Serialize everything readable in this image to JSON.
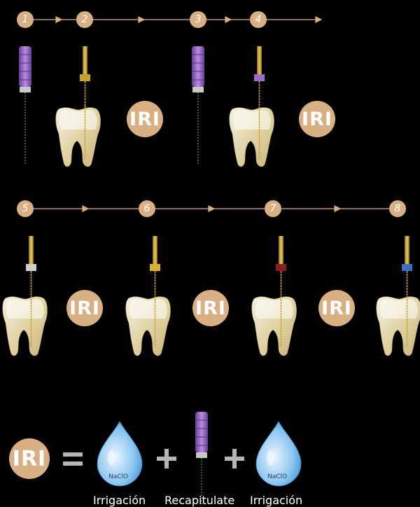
{
  "colors": {
    "accent": "#d9b083",
    "file_purple": "#9b6bc9",
    "file_gold": "#c9a227",
    "tooth": "#e8dcb8",
    "drop_blue": "#5aa8e0"
  },
  "steps_row1": [
    "1",
    "2",
    "3",
    "4"
  ],
  "steps_row2": [
    "5",
    "6",
    "7",
    "8"
  ],
  "iri": {
    "label": "IRI"
  },
  "legend": {
    "iri_label": "IRI",
    "equals_icon": "equals-icon",
    "plus_icon": "plus-icon",
    "drop_label_1": "NaClO",
    "drop_label_2": "NaClO",
    "caption_1": "Irrigación",
    "caption_2": "Recapitulate",
    "caption_3": "Irrigación"
  }
}
